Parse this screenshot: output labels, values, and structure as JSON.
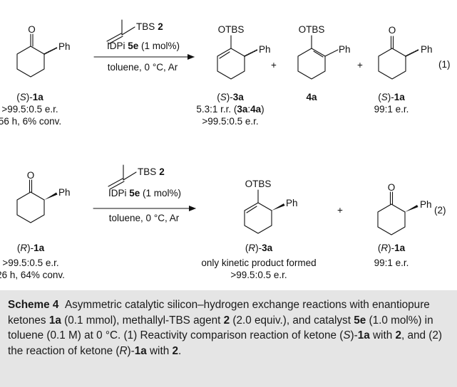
{
  "reaction1": {
    "reagent": "TBS",
    "reagent_count": "2",
    "catalyst_prefix": "IDPi ",
    "catalyst_bold": "5e",
    "catalyst_suffix": " (1 mol%)",
    "conditions": "toluene, 0 °C, Ar",
    "eq_number": "(1)",
    "substrate": {
      "ph": "Ph",
      "label_open": "(",
      "label_config": "S",
      "label_close": ")-",
      "label_bold": "1a",
      "er": ">99.5:0.5 e.r.",
      "time": "56 h, 6% conv."
    },
    "product1": {
      "otbs": "OTBS",
      "ph": "Ph",
      "label_open": "(",
      "label_config": "S",
      "label_close": ")-",
      "label_bold": "3a",
      "rr_prefix": "5.3:1 r.r. (",
      "rr_a": "3a",
      "rr_colon": ":",
      "rr_b": "4a",
      "rr_suffix": ")",
      "er": ">99.5:0.5 e.r."
    },
    "plus1": "+",
    "product2": {
      "otbs": "OTBS",
      "ph": "Ph",
      "label_bold": "4a"
    },
    "plus2": "+",
    "recovered": {
      "ph": "Ph",
      "label_open": "(",
      "label_config": "S",
      "label_close": ")-",
      "label_bold": "1a",
      "er": "99:1 e.r."
    }
  },
  "reaction2": {
    "reagent": "TBS",
    "reagent_count": "2",
    "catalyst_prefix": "IDPi ",
    "catalyst_bold": "5e",
    "catalyst_suffix": " (1 mol%)",
    "conditions": "toluene, 0 °C, Ar",
    "eq_number": "(2)",
    "substrate": {
      "ph": "Ph",
      "label_open": "(",
      "label_config": "R",
      "label_close": ")-",
      "label_bold": "1a",
      "er": ">99.5:0.5 e.r.",
      "time": "26 h, 64% conv."
    },
    "product": {
      "otbs": "OTBS",
      "ph": "Ph",
      "label_open": "(",
      "label_config": "R",
      "label_close": ")-",
      "label_bold": "3a",
      "note": "only kinetic product formed",
      "er": ">99.5:0.5 e.r."
    },
    "plus": "+",
    "recovered": {
      "ph": "Ph",
      "label_open": "(",
      "label_config": "R",
      "label_close": ")-",
      "label_bold": "1a",
      "er": "99:1 e.r."
    }
  },
  "caption": {
    "label": "Scheme 4",
    "t1": "Asymmetric catalytic silicon–hydrogen exchange reactions with enantiopure ketones ",
    "b1": "1a",
    "t2": " (0.1 mmol), methallyl-TBS agent ",
    "b2": "2",
    "t3": " (2.0 equiv.), and catalyst ",
    "b3": "5e",
    "t4": " (1.0 mol%) in toluene (0.1 M) at 0 °C. (1) Reactivity comparison reaction of ketone (",
    "i1": "S",
    "t5": ")-",
    "b4": "1a",
    "t6": " with ",
    "b5": "2",
    "t7": ", and (2) the reaction of ketone (",
    "i2": "R",
    "t8": ")-",
    "b6": "1a",
    "t9": " with ",
    "b7": "2",
    "t10": "."
  }
}
